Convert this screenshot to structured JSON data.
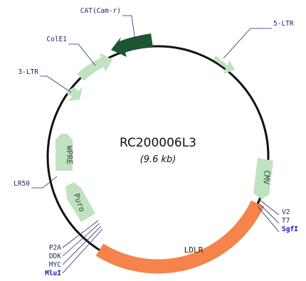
{
  "plasmid": {
    "name": "RC200006L3",
    "size": "(9.6 kb)"
  },
  "features": {
    "cat": "CAT(Cam-r)",
    "five_ltr": "5-LTR",
    "cole1": "ColE1",
    "three_ltr": "3-LTR",
    "wpre": "WPRE",
    "lr50": "LR50",
    "puro": "Puro",
    "cmv": "CMV",
    "ldlr": "LDLR"
  },
  "sites_right": [
    "V2",
    "T7",
    "SgfI"
  ],
  "sites_left": [
    "P2A",
    "DDK",
    "MYC",
    "MluI"
  ],
  "colors": {
    "backbone": "#111111",
    "light_feature": "#bfe3c0",
    "dark_feature": "#1e5631",
    "ldlr": "#f5834a",
    "site_label": "#1f2a6b",
    "enzyme_label": "#1a1aa8"
  }
}
